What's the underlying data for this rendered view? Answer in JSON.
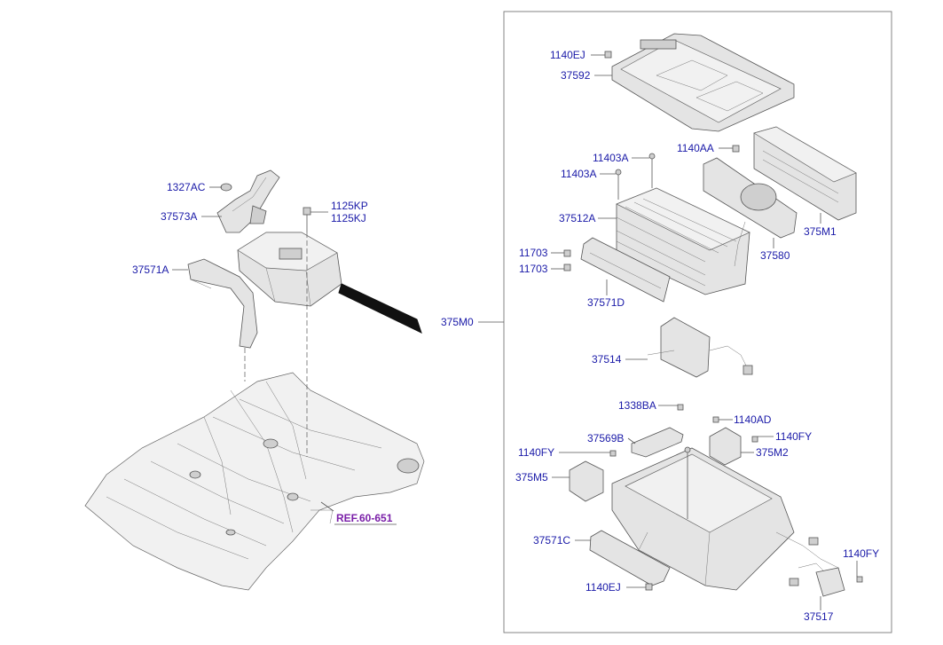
{
  "callouts": {
    "p1327AC": "1327AC",
    "p37573A": "37573A",
    "p1125KP": "1125KP",
    "p1125KJ": "1125KJ",
    "p37571A": "37571A",
    "ref": "REF.60-651",
    "p375M0": "375M0",
    "p1140EJ_top": "1140EJ",
    "p37592": "37592",
    "p1140AA": "1140AA",
    "p11403A_1": "11403A",
    "p11403A_2": "11403A",
    "p37512A": "37512A",
    "p375M1": "375M1",
    "p11703_1": "11703",
    "p11703_2": "11703",
    "p37580": "37580",
    "p37571D": "37571D",
    "p37514": "37514",
    "p1338BA": "1338BA",
    "p1140AD": "1140AD",
    "p37569B": "37569B",
    "p1140FY_top": "1140FY",
    "p1140FY_left": "1140FY",
    "p375M2": "375M2",
    "p375M5": "375M5",
    "p37571C": "37571C",
    "p1140FY_right": "1140FY",
    "p1140EJ_bottom": "1140EJ",
    "p37517": "37517"
  },
  "colors": {
    "label": "#1a1aa8",
    "reference": "#7a1fa8",
    "part_fill": "#e4e4e4",
    "outline": "#555555"
  }
}
